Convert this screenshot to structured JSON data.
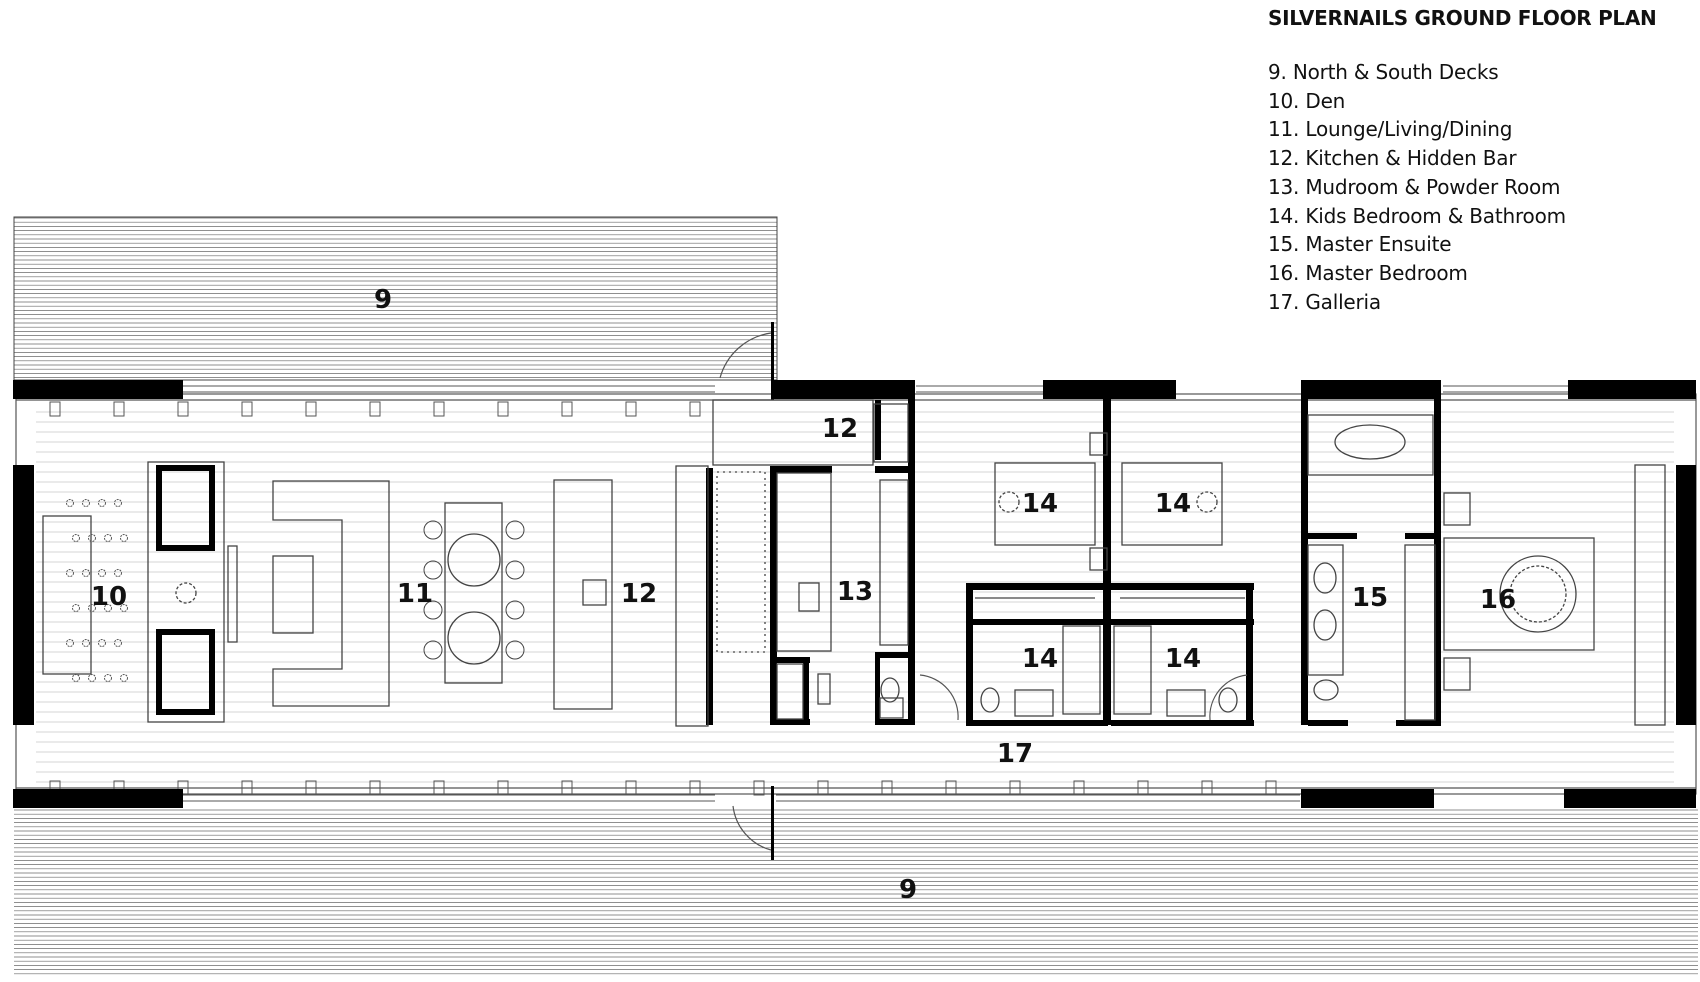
{
  "title": "SILVERNAILS GROUND FLOOR PLAN",
  "legend": [
    "9. North & South Decks",
    "10. Den",
    "11. Lounge/Living/Dining",
    "12. Kitchen & Hidden Bar",
    "13. Mudroom & Powder Room",
    "14. Kids Bedroom & Bathroom",
    "15. Master Ensuite",
    "16. Master Bedroom",
    "17. Galleria"
  ],
  "rooms": {
    "deck_north": "9",
    "deck_south": "9",
    "den": "10",
    "lounge": "11",
    "kitchen_main": "12",
    "kitchen_bar": "12",
    "mudroom": "13",
    "kids_bed_1": "14",
    "kids_bed_2": "14",
    "kids_bath_1": "14",
    "kids_bath_2": "14",
    "ensuite": "15",
    "master_bed": "16",
    "galleria": "17"
  },
  "colors": {
    "wall": "#000000",
    "line": "#555555",
    "deck_line": "#6a6a6a",
    "background": "#ffffff"
  }
}
